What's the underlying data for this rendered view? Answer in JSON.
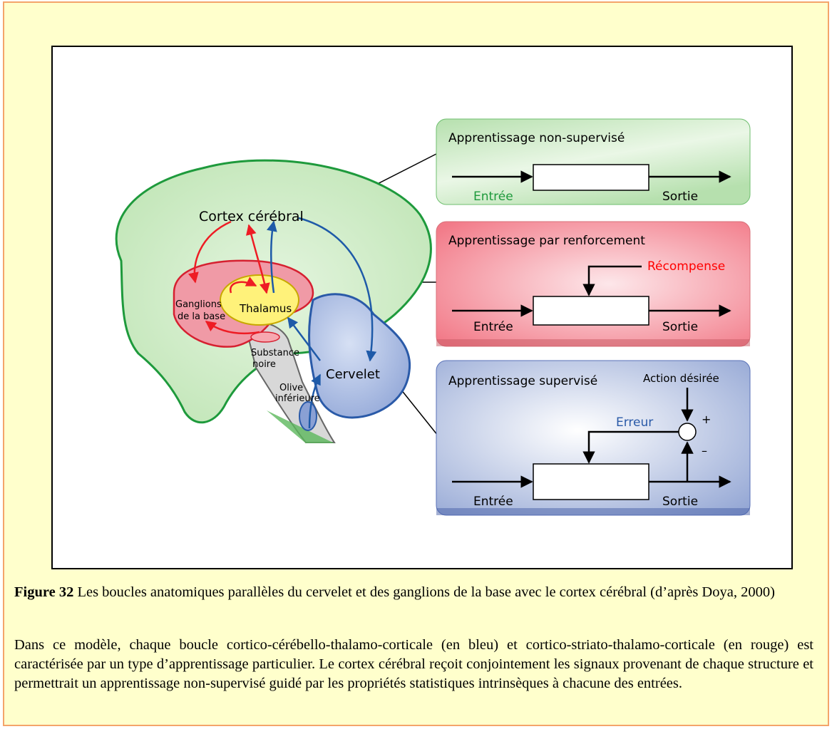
{
  "brain": {
    "cortex_label": "Cortex cérébral",
    "ganglia_label_line1": "Ganglions",
    "ganglia_label_line2": "de la base",
    "thalamus_label": "Thalamus",
    "substantia_label_line1": "Substance",
    "substantia_label_line2": "noire",
    "cerebellum_label": "Cervelet",
    "olive_label_line1": "Olive",
    "olive_label_line2": "inférieure"
  },
  "panels": {
    "unsupervised": {
      "title": "Apprentissage non-supervisé",
      "input": "Entrée",
      "output": "Sortie"
    },
    "reinforcement": {
      "title": "Apprentissage par renforcement",
      "reward": "Récompense",
      "input": "Entrée",
      "output": "Sortie"
    },
    "supervised": {
      "title": "Apprentissage supervisé",
      "desired": "Action désirée",
      "error": "Erreur",
      "plus": "+",
      "minus": "–",
      "input": "Entrée",
      "output": "Sortie"
    }
  },
  "colors": {
    "green_fill": "#c8eac0",
    "green_stroke": "#1e9a3c",
    "red_fill": "#f4a0a8",
    "red_stroke": "#d62030",
    "blue_fill": "#a8b8e0",
    "blue_stroke": "#2a5aa8",
    "thalamus_fill": "#fff27a",
    "label_green": "#1e9a3c",
    "label_red": "#ff0000",
    "label_blue": "#2a5aa8"
  },
  "caption": {
    "figure_label": "Figure 32",
    "figure_text": " Les boucles anatomiques parallèles du cervelet et des ganglions de la base avec le cortex cérébral (d’après Doya, 2000)",
    "paragraph": "Dans ce modèle, chaque boucle cortico-cérébello-thalamo-corticale (en bleu) et cortico-striato-thalamo-corticale (en rouge) est caractérisée par un type d’apprentissage particulier. Le cortex cérébral reçoit conjointement les signaux provenant de chaque structure et permettrait un apprentissage non-supervisé guidé par les propriétés statistiques intrinsèques à chacune des entrées."
  }
}
